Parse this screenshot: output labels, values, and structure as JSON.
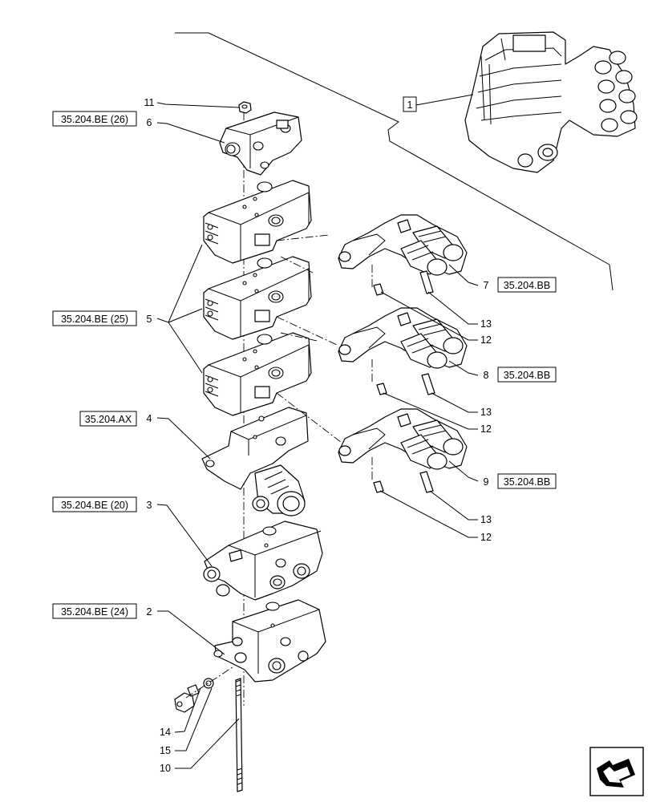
{
  "refs": {
    "r26": "35.204.BE (26)",
    "r25": "35.204.BE (25)",
    "rAX": "35.204.AX",
    "r20": "35.204.BE (20)",
    "r24": "35.204.BE (24)",
    "bb7": "35.204.BB",
    "bb8": "35.204.BB",
    "bb9": "35.204.BB"
  },
  "callouts": {
    "c1": "1",
    "c2": "2",
    "c3": "3",
    "c4": "4",
    "c5": "5",
    "c6": "6",
    "c7": "7",
    "c8": "8",
    "c9": "9",
    "c10": "10",
    "c11": "11",
    "c12a": "12",
    "c12b": "12",
    "c12c": "12",
    "c13a": "13",
    "c13b": "13",
    "c13c": "13",
    "c14": "14",
    "c15": "15"
  },
  "icons": {
    "navigation": "book-arrow-icon"
  }
}
